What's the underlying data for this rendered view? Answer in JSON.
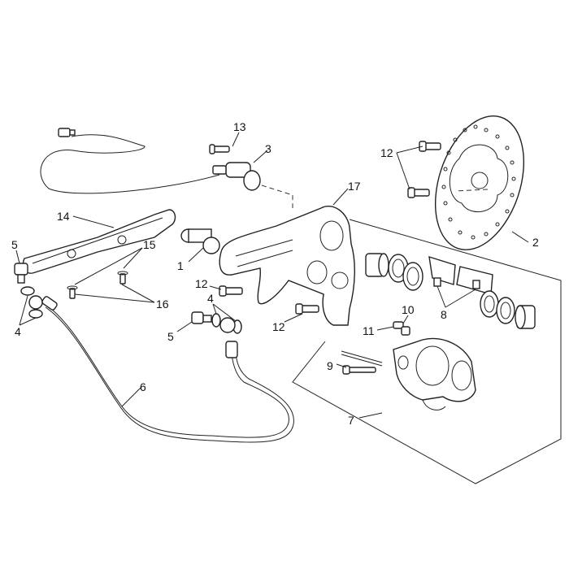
{
  "diagram": {
    "callouts": [
      {
        "id": "c13",
        "text": "13"
      },
      {
        "id": "c3",
        "text": "3"
      },
      {
        "id": "c12a",
        "text": "12"
      },
      {
        "id": "c2",
        "text": "2"
      },
      {
        "id": "c17",
        "text": "17"
      },
      {
        "id": "c14",
        "text": "14"
      },
      {
        "id": "c5a",
        "text": "5"
      },
      {
        "id": "c15",
        "text": "15"
      },
      {
        "id": "c1",
        "text": "1"
      },
      {
        "id": "c16",
        "text": "16"
      },
      {
        "id": "c12b",
        "text": "12"
      },
      {
        "id": "c4a",
        "text": "4"
      },
      {
        "id": "c4b",
        "text": "4"
      },
      {
        "id": "c5b",
        "text": "5"
      },
      {
        "id": "c12c",
        "text": "12"
      },
      {
        "id": "c10",
        "text": "10"
      },
      {
        "id": "c11",
        "text": "11"
      },
      {
        "id": "c8",
        "text": "8"
      },
      {
        "id": "c9",
        "text": "9"
      },
      {
        "id": "c6",
        "text": "6"
      },
      {
        "id": "c7",
        "text": "7"
      }
    ]
  }
}
